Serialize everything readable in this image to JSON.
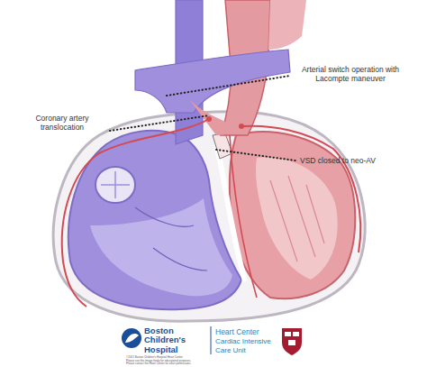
{
  "diagram": {
    "labels": [
      "Arterial switch operation with Lacompte maneuver",
      "Coronary artery translocation",
      "VSD closed to neo-AV",
      "Boston Children's Hospital",
      "Heart Center",
      "Cardiac Intensive Care Unit",
      "©2021 Boston Children's Hospital Heart Center",
      "Please use this image freely for educational purposes.",
      "Please contact the Heart Center for other permissions."
    ]
  }
}
